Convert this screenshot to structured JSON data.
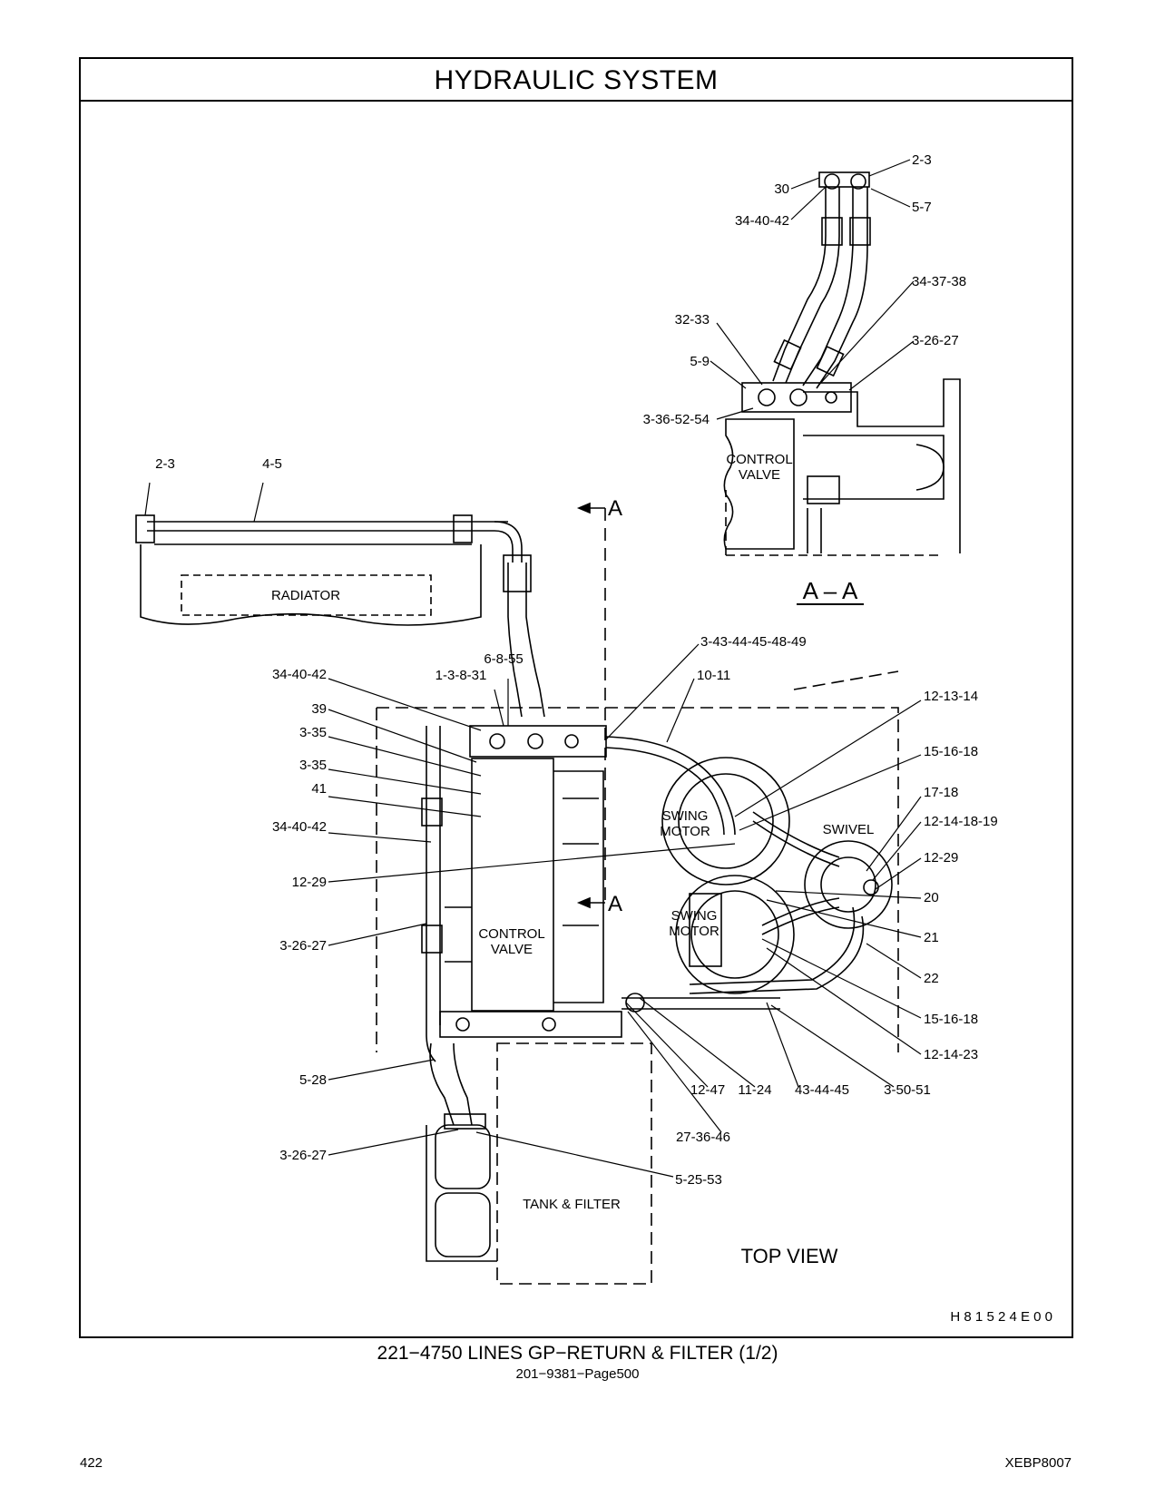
{
  "title": "HYDRAULIC   SYSTEM",
  "view_labels": {
    "section_view": "A – A",
    "top_view": "TOP  VIEW",
    "section_marker_top": "A",
    "section_marker_bottom": "A"
  },
  "components": {
    "radiator": "RADIATOR",
    "control_valve_section": [
      "CONTROL",
      "VALVE"
    ],
    "control_valve_main": [
      "CONTROL",
      "VALVE"
    ],
    "swing_motor_upper": [
      "SWING",
      "MOTOR"
    ],
    "swing_motor_lower": [
      "SWING",
      "MOTOR"
    ],
    "swivel": "SWIVEL",
    "tank_filter": "TANK & FILTER"
  },
  "callouts": {
    "sec_2_3": "2-3",
    "sec_30": "30",
    "sec_5_7": "5-7",
    "sec_34_40_42": "34-40-42",
    "sec_34_37_38": "34-37-38",
    "sec_32_33": "32-33",
    "sec_3_26_27": "3-26-27",
    "sec_5_9": "5-9",
    "sec_3_36_52_54": "3-36-52-54",
    "rad_2_3": "2-3",
    "rad_4_5": "4-5",
    "c_6_8_55": "6-8-55",
    "c_1_3_8_31": "1-3-8-31",
    "c_34_40_42_a": "34-40-42",
    "c_39": "39",
    "c_3_35_a": "3-35",
    "c_3_35_b": "3-35",
    "c_41": "41",
    "c_34_40_42_b": "34-40-42",
    "c_12_29_left": "12-29",
    "c_3_26_27_a": "3-26-27",
    "c_5_28": "5-28",
    "c_3_26_27_b": "3-26-27",
    "c_3_43": "3-43-44-45-48-49",
    "c_10_11": "10-11",
    "c_12_13_14": "12-13-14",
    "c_15_16_18_a": "15-16-18",
    "c_17_18": "17-18",
    "c_12_14_18_19": "12-14-18-19",
    "c_12_29_right": "12-29",
    "c_20": "20",
    "c_21": "21",
    "c_22": "22",
    "c_15_16_18_b": "15-16-18",
    "c_12_14_23": "12-14-23",
    "c_12_47": "12-47",
    "c_11_24": "11-24",
    "c_43_44_45": "43-44-45",
    "c_3_50_51": "3-50-51",
    "c_27_36_46": "27-36-46",
    "c_5_25_53": "5-25-53"
  },
  "drawing_code": "H 8 1 5 2 4 E      0 0",
  "caption": "221−4750   LINES  GP−RETURN  &  FILTER (1/2)",
  "subcaption": "201−9381−Page500",
  "page_number": "422",
  "doc_code": "XEBP8007"
}
